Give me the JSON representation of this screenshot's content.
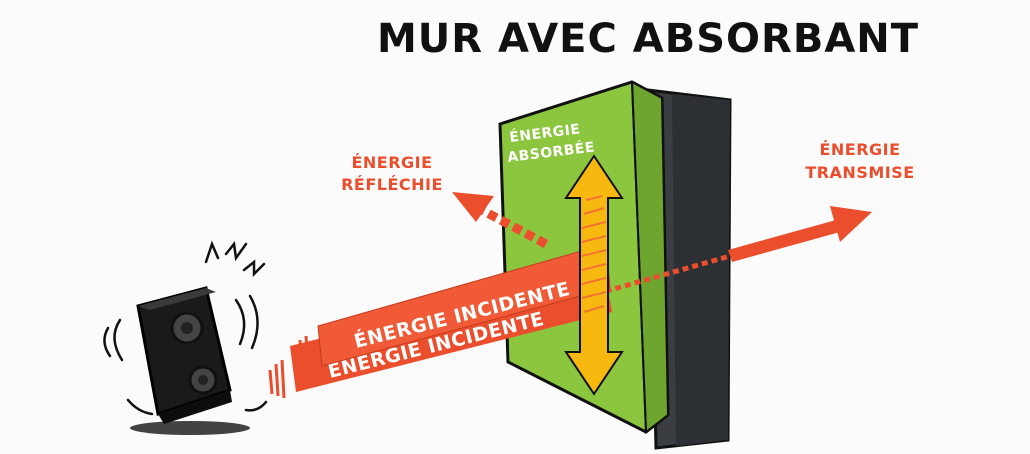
{
  "title": "MUR AVEC ABSORBANT",
  "labels": {
    "reflected_line1": "ÉNERGIE",
    "reflected_line2": "RÉFLÉCHIE",
    "absorbed_line1": "ÉNERGIE",
    "absorbed_line2": "ABSORBÉE",
    "transmitted_line1": "ÉNERGIE",
    "transmitted_line2": "TRANSMISE",
    "incident_upper": "ÉNERGIE INCIDENTE",
    "incident_lower": "ÉNERGIE INCIDENTE"
  },
  "colors": {
    "wall_green": "#8cc63f",
    "wall_dark": "#3a3d42",
    "energy_red": "#ea4e2c",
    "absorbed_yellow": "#f7b80f",
    "ink": "#111111"
  }
}
